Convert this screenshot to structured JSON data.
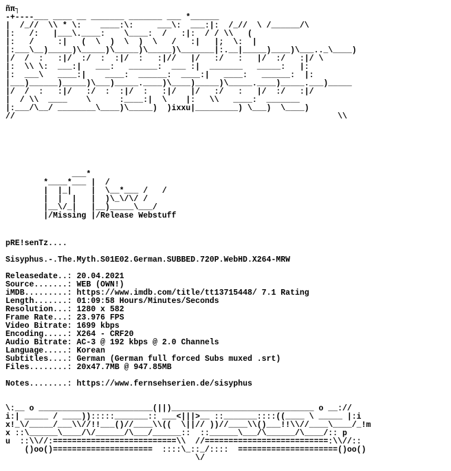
{
  "banner": {
    "art_top": "ñπ┐\n-+----___ ____ __ _______ _______ ___ *______\n|  /_//  \\\\ * \\:    ____:\\:     ___\\:  ___:|:  /_//  \\ /______/\\\n|:   /:   |___\\.____:    \\____:  /   :|:  / / \\\\   (\n|:   /     :|   (  \\  )  \\  )  \\   /   :|   |;  \\:  |\n|:___\\__)_____)\\_____)\\_____)\\_____)\\_______|:.__|_____)____)\\___.._\\____)\n|/  /  :   :|/  :/  :  :|/  :   :|//   |/   :/   :   |/  :/   :|/ \\\n|:  \\\\ \\:  ___:|   ___:   ______:  ___ :|  _______   _____:   |:\n|:  ___\\   ____:|    ____:  ______:  ____:|   ____:   ______:  |:\n|___)______)_____)\\___)_____.____)\\____)_____)\\_____.____)_____.___)_____\n|/  /  :   :|/   :/  :  :|/  :   :|/   |/   :/   :   |/  :/   :|/\n|  / \\\\  ____    \\      :____:|  \\    |:   \\\\   ____:  _______\n|:___/\\__/ ________\\____)\\_____)  )ixxu|_________) \\___)  \\____)\n//                                                                    \\\\",
    "art_small": "              ___*\n        *____*___ |  /\n        |  |_|    |  \\__*___ /   /\n        |  |  |   |  )\\_\\/\\/ /\n        |__\\/_|   |__)_____\\___/\n        |/Missing |/Release Webstuff",
    "art_bottom": "\\:__ o ________________________(||)______________________________ o __://\ni:| _____ / ____)):::::_______:: ___<|||>__ ::_______::::((____ \\ _____ |:i\nx!_\\/_____/___\\\\//!!___()//____\\\\((  \\||// ))//____\\\\()___!!\\\\//____\\____/_!m\nx ::\\______\\____/\\/______/\\___/______::  ::______\\___/\\______/\\____/:: p\nu  ::\\\\//:==========================\\\\  //==========================:\\\\//::\n    ()oo()=====================  ::::\\_::_/::::  =====================()oo()\n                                        \\/"
  },
  "presents": "pRE!senTz....",
  "release_name": "Sisyphus.-.The.Myth.S01E02.German.SUBBED.720P.WebHD.X264-MRW",
  "info": [
    {
      "label": "Releasedate..:",
      "value": "20.04.2021"
    },
    {
      "label": "Source.......:",
      "value": "WEB (OWN!)"
    },
    {
      "label": "iMDB.........:",
      "value": "https://www.imdb.com/title/tt13715448/ 7.1 Rating"
    },
    {
      "label": "Length.......:",
      "value": "01:09:58 Hours/Minutes/Seconds"
    },
    {
      "label": "Resolution...:",
      "value": "1280 x 582"
    },
    {
      "label": "Frame Rate...:",
      "value": "23.976 FPS"
    },
    {
      "label": "Video Bitrate:",
      "value": "1699 kbps"
    },
    {
      "label": "Encoding.....:",
      "value": "X264 - CRF20"
    },
    {
      "label": "Audio Bitrate:",
      "value": "AC-3 @ 192 kbps @ 2.0 Channels"
    },
    {
      "label": "Language.....:",
      "value": "Korean"
    },
    {
      "label": "Subtitles....:",
      "value": "German (German full forced Subs muxed .srt)"
    },
    {
      "label": "Files........:",
      "value": "20x47.7MB @ 947.85MB"
    }
  ],
  "notes": {
    "label": "Notes........:",
    "value": "https://www.fernsehserien.de/sisyphus"
  }
}
